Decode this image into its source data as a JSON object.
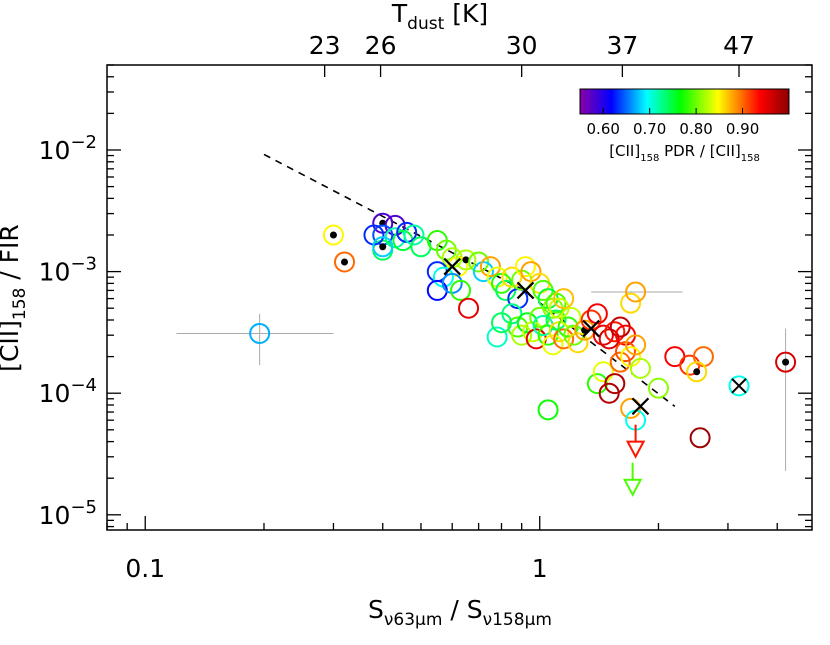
{
  "chart_data": {
    "type": "scatter",
    "xlabel": "S_ν63μm / S_ν158μm",
    "ylabel": "[CII]_158 / FIR",
    "top_xlabel": "T_dust [K]",
    "x_scale": "log",
    "y_scale": "log",
    "xlim": [
      0.08,
      4.9
    ],
    "ylim": [
      7.5e-06,
      0.05
    ],
    "x_ticks": [
      {
        "value": 0.1,
        "label": "0.1"
      },
      {
        "value": 1,
        "label": "1"
      }
    ],
    "y_ticks": [
      {
        "value": 1e-05,
        "base": "10",
        "exp": "−5"
      },
      {
        "value": 0.0001,
        "base": "10",
        "exp": "−4"
      },
      {
        "value": 0.001,
        "base": "10",
        "exp": "−3"
      },
      {
        "value": 0.01,
        "base": "10",
        "exp": "−2"
      }
    ],
    "top_ticks": [
      {
        "ratio": 0.285,
        "label": "23"
      },
      {
        "ratio": 0.395,
        "label": "26"
      },
      {
        "ratio": 0.9,
        "label": "30"
      },
      {
        "ratio": 1.62,
        "label": "37"
      },
      {
        "ratio": 3.2,
        "label": "47"
      }
    ],
    "colorbar": {
      "vmin": 0.55,
      "vmax": 1.0,
      "ticks": [
        0.6,
        0.7,
        0.8,
        0.9
      ],
      "tick_labels": [
        "0.60",
        "0.70",
        "0.80",
        "0.90"
      ],
      "label": "[CII]_158 PDR / [CII]_158",
      "colormap": [
        "#8b00a8",
        "#0000ff",
        "#00ffff",
        "#00ff00",
        "#ffff00",
        "#ff0000",
        "#8b0000"
      ]
    },
    "trend_line": {
      "style": "dashed",
      "points": [
        [
          0.2,
          0.0092
        ],
        [
          0.9,
          0.00072
        ],
        [
          2.2,
          7.8e-05
        ]
      ]
    },
    "points": [
      {
        "x": 0.195,
        "y": 0.00031,
        "c": 0.67,
        "xerr": [
          0.12,
          0.3
        ],
        "yerr": [
          0.00017,
          0.00045
        ]
      },
      {
        "x": 0.3,
        "y": 0.002,
        "c": 0.85,
        "dot": true
      },
      {
        "x": 0.32,
        "y": 0.0012,
        "c": 0.9,
        "dot": true
      },
      {
        "x": 0.4,
        "y": 0.0025,
        "c": 0.58,
        "dot": true
      },
      {
        "x": 0.43,
        "y": 0.0024,
        "c": 0.58
      },
      {
        "x": 0.4,
        "y": 0.002,
        "c": 0.64
      },
      {
        "x": 0.43,
        "y": 0.0019,
        "c": 0.72
      },
      {
        "x": 0.45,
        "y": 0.0018,
        "c": 0.75
      },
      {
        "x": 0.46,
        "y": 0.0021,
        "c": 0.63
      },
      {
        "x": 0.4,
        "y": 0.0015,
        "c": 0.74
      },
      {
        "x": 0.38,
        "y": 0.002,
        "c": 0.63
      },
      {
        "x": 0.4,
        "y": 0.0016,
        "c": 0.68,
        "dot": true
      },
      {
        "x": 0.48,
        "y": 0.002,
        "c": 0.72
      },
      {
        "x": 0.5,
        "y": 0.0016,
        "c": 0.74
      },
      {
        "x": 0.55,
        "y": 0.0018,
        "c": 0.78
      },
      {
        "x": 0.58,
        "y": 0.0015,
        "c": 0.8
      },
      {
        "x": 0.6,
        "y": 0.0013,
        "c": 0.82
      },
      {
        "x": 0.62,
        "y": 0.0011,
        "c": 0.85
      },
      {
        "x": 0.55,
        "y": 0.001,
        "c": 0.63
      },
      {
        "x": 0.57,
        "y": 0.0009,
        "c": 0.7
      },
      {
        "x": 0.55,
        "y": 0.0007,
        "c": 0.62
      },
      {
        "x": 0.6,
        "y": 0.0008,
        "c": 0.66
      },
      {
        "x": 0.63,
        "y": 0.0007,
        "c": 0.78
      },
      {
        "x": 0.66,
        "y": 0.0005,
        "c": 0.95
      },
      {
        "x": 0.65,
        "y": 0.00125,
        "c": 0.82,
        "dot": true
      },
      {
        "x": 0.7,
        "y": 0.0012,
        "c": 0.8
      },
      {
        "x": 0.72,
        "y": 0.001,
        "c": 0.68
      },
      {
        "x": 0.75,
        "y": 0.0011,
        "c": 0.88
      },
      {
        "x": 0.78,
        "y": 0.0009,
        "c": 0.84
      },
      {
        "x": 0.8,
        "y": 0.0008,
        "c": 0.78
      },
      {
        "x": 0.82,
        "y": 0.0007,
        "c": 0.74
      },
      {
        "x": 0.85,
        "y": 0.0009,
        "c": 0.86
      },
      {
        "x": 0.88,
        "y": 0.0006,
        "c": 0.63
      },
      {
        "x": 0.9,
        "y": 0.00085,
        "c": 0.8
      },
      {
        "x": 0.92,
        "y": 0.0011,
        "c": 0.85
      },
      {
        "x": 0.95,
        "y": 0.001,
        "c": 0.88
      },
      {
        "x": 1.0,
        "y": 0.0008,
        "c": 0.86
      },
      {
        "x": 1.02,
        "y": 0.0007,
        "c": 0.79
      },
      {
        "x": 1.05,
        "y": 0.0006,
        "c": 0.75
      },
      {
        "x": 1.08,
        "y": 0.0005,
        "c": 0.81
      },
      {
        "x": 0.85,
        "y": 0.00045,
        "c": 0.73
      },
      {
        "x": 0.88,
        "y": 0.00035,
        "c": 0.79
      },
      {
        "x": 0.9,
        "y": 0.0003,
        "c": 0.82
      },
      {
        "x": 0.93,
        "y": 0.00038,
        "c": 0.76
      },
      {
        "x": 0.96,
        "y": 0.00032,
        "c": 0.83
      },
      {
        "x": 0.98,
        "y": 0.00028,
        "c": 0.95
      },
      {
        "x": 1.0,
        "y": 0.00042,
        "c": 0.8
      },
      {
        "x": 1.02,
        "y": 0.00036,
        "c": 0.72
      },
      {
        "x": 1.05,
        "y": 0.0003,
        "c": 0.78
      },
      {
        "x": 1.08,
        "y": 0.00025,
        "c": 0.84
      },
      {
        "x": 1.1,
        "y": 0.0004,
        "c": 0.74
      },
      {
        "x": 1.12,
        "y": 0.00032,
        "c": 0.86
      },
      {
        "x": 1.15,
        "y": 0.00028,
        "c": 0.9
      },
      {
        "x": 1.18,
        "y": 0.00035,
        "c": 0.78
      },
      {
        "x": 1.2,
        "y": 0.00042,
        "c": 0.83
      },
      {
        "x": 1.22,
        "y": 0.0003,
        "c": 0.8
      },
      {
        "x": 1.25,
        "y": 0.00026,
        "c": 0.86
      },
      {
        "x": 1.3,
        "y": 0.00033,
        "c": 0.88,
        "dot": true
      },
      {
        "x": 1.35,
        "y": 0.0004,
        "c": 0.92
      },
      {
        "x": 1.4,
        "y": 0.00045,
        "c": 0.94
      },
      {
        "x": 1.45,
        "y": 0.0003,
        "c": 0.95
      },
      {
        "x": 1.5,
        "y": 0.00028,
        "c": 0.96
      },
      {
        "x": 1.55,
        "y": 0.00032,
        "c": 0.93
      },
      {
        "x": 1.6,
        "y": 0.00035,
        "c": 0.97
      },
      {
        "x": 1.65,
        "y": 0.0003,
        "c": 0.94
      },
      {
        "x": 1.7,
        "y": 0.00055,
        "c": 0.86
      },
      {
        "x": 1.75,
        "y": 0.00068,
        "c": 0.88,
        "xerr": [
          1.35,
          2.3
        ]
      },
      {
        "x": 1.1,
        "y": 0.00055,
        "c": 0.79
      },
      {
        "x": 1.12,
        "y": 0.0005,
        "c": 0.83
      },
      {
        "x": 1.15,
        "y": 0.0006,
        "c": 0.87
      },
      {
        "x": 0.78,
        "y": 0.00029,
        "c": 0.71
      },
      {
        "x": 0.8,
        "y": 0.00038,
        "c": 0.74
      },
      {
        "x": 1.4,
        "y": 0.00012,
        "c": 0.78
      },
      {
        "x": 1.45,
        "y": 0.00015,
        "c": 0.84
      },
      {
        "x": 1.5,
        "y": 0.0001,
        "c": 0.98
      },
      {
        "x": 1.55,
        "y": 0.00012,
        "c": 0.98
      },
      {
        "x": 1.6,
        "y": 0.00018,
        "c": 0.9
      },
      {
        "x": 1.65,
        "y": 0.00022,
        "c": 0.91
      },
      {
        "x": 1.7,
        "y": 0.0002,
        "c": 0.85
      },
      {
        "x": 1.75,
        "y": 0.00025,
        "c": 0.88
      },
      {
        "x": 1.8,
        "y": 0.00016,
        "c": 0.82
      },
      {
        "x": 2.0,
        "y": 0.00011,
        "c": 0.81
      },
      {
        "x": 1.05,
        "y": 7.3e-05,
        "c": 0.77
      },
      {
        "x": 1.7,
        "y": 7.5e-05,
        "c": 0.88
      },
      {
        "x": 1.75,
        "y": 6e-05,
        "c": 0.7
      },
      {
        "x": 2.2,
        "y": 0.0002,
        "c": 0.94
      },
      {
        "x": 2.4,
        "y": 0.00017,
        "c": 0.92
      },
      {
        "x": 2.6,
        "y": 0.0002,
        "c": 0.9
      },
      {
        "x": 2.5,
        "y": 0.00015,
        "c": 0.86,
        "dot": true
      },
      {
        "x": 2.55,
        "y": 4.3e-05,
        "c": 0.99
      },
      {
        "x": 3.2,
        "y": 0.000115,
        "c": 0.7,
        "cross": true
      },
      {
        "x": 4.2,
        "y": 0.00018,
        "c": 0.96,
        "dot": true,
        "yerr": [
          2.3e-05,
          0.00034
        ]
      }
    ],
    "cross_markers": [
      {
        "x": 0.6,
        "y": 0.0011
      },
      {
        "x": 0.92,
        "y": 0.0007
      },
      {
        "x": 1.35,
        "y": 0.00034
      },
      {
        "x": 1.8,
        "y": 7.8e-05
      }
    ],
    "upper_limits": [
      {
        "x": 1.75,
        "y": 3.5e-05,
        "c": 0.93
      },
      {
        "x": 1.72,
        "y": 1.7e-05,
        "c": 0.79
      }
    ]
  }
}
